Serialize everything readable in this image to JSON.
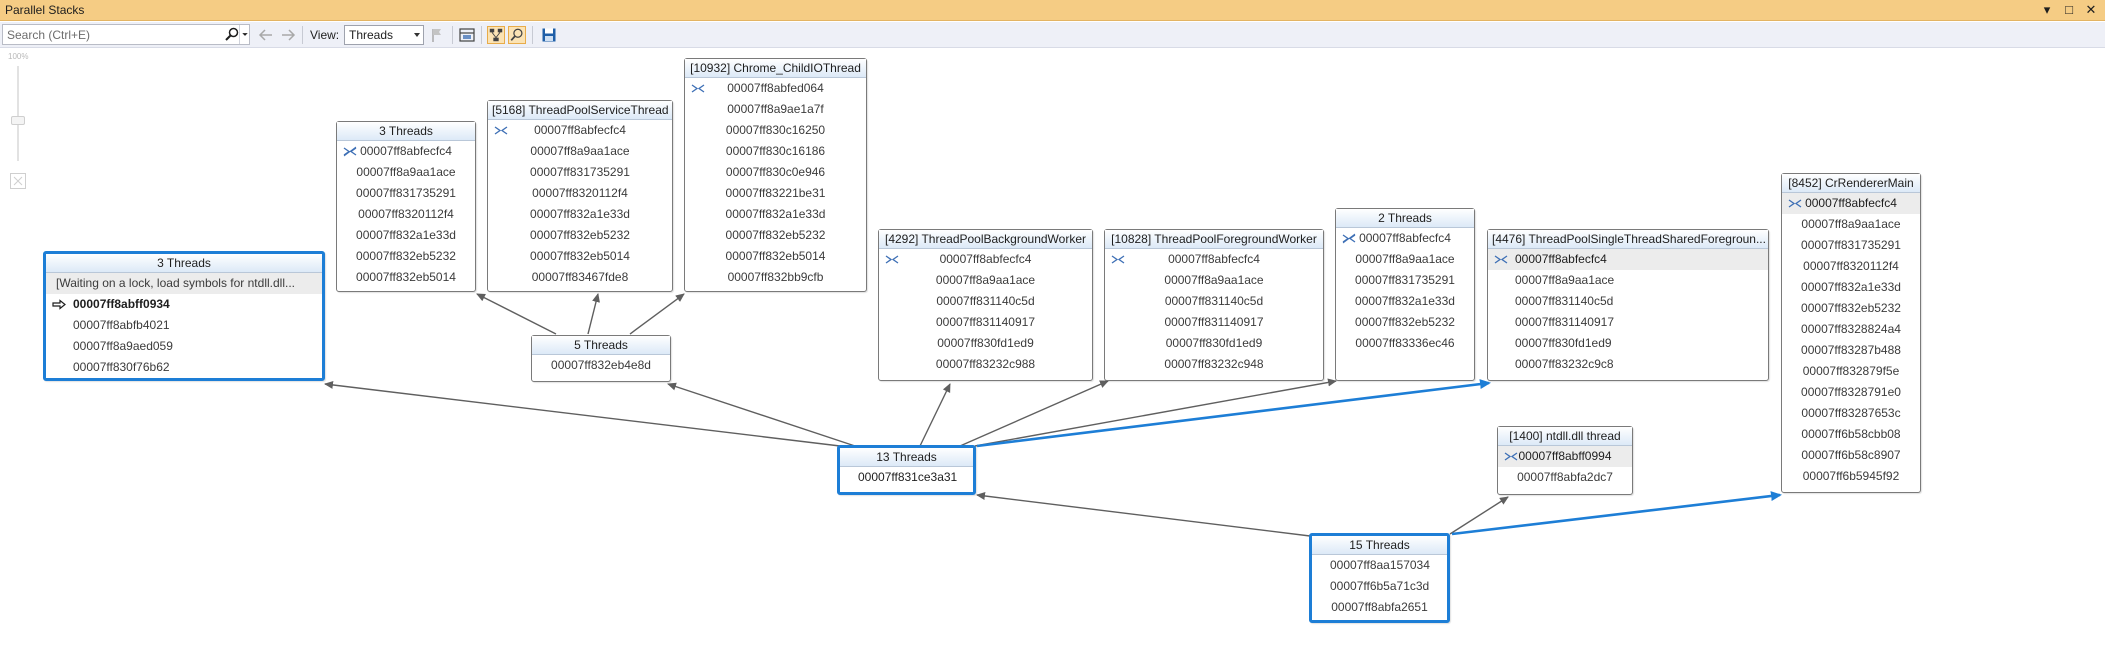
{
  "window": {
    "title": "Parallel Stacks",
    "controls": [
      "▾",
      "□",
      "✕"
    ]
  },
  "toolbar": {
    "search_placeholder": "Search (Ctrl+E)",
    "view_label": "View:",
    "view_value": "Threads"
  },
  "zoom": {
    "label": "100%"
  },
  "colors": {
    "titlebar": "#f5cc84",
    "selected_border": "#1d7ed6",
    "arrow_gray": "#5f5f5f",
    "arrow_blue": "#1d7ed6"
  },
  "nodes": {
    "n3threads_top": {
      "header": "3 Threads",
      "frames": [
        "00007ff8abfecfc4",
        "00007ff8a9aa1ace",
        "00007ff831735291",
        "00007ff8320112f4",
        "00007ff832a1e33d",
        "00007ff832eb5232",
        "00007ff832eb5014"
      ]
    },
    "n5168": {
      "header": "[5168] ThreadPoolServiceThread",
      "frames": [
        "00007ff8abfecfc4",
        "00007ff8a9aa1ace",
        "00007ff831735291",
        "00007ff8320112f4",
        "00007ff832a1e33d",
        "00007ff832eb5232",
        "00007ff832eb5014",
        "00007ff83467fde8"
      ]
    },
    "n10932": {
      "header": "[10932] Chrome_ChildIOThread",
      "frames": [
        "00007ff8abfed064",
        "00007ff8a9ae1a7f",
        "00007ff830c16250",
        "00007ff830c16186",
        "00007ff830c0e946",
        "00007ff83221be31",
        "00007ff832a1e33d",
        "00007ff832eb5232",
        "00007ff832eb5014",
        "00007ff832bb9cfb"
      ]
    },
    "n3threads_left": {
      "header": "3 Threads",
      "frames": [
        "[Waiting on a lock, load symbols for ntdll.dll...",
        "00007ff8abff0934",
        "00007ff8abfb4021",
        "00007ff8a9aed059",
        "00007ff830f76b62"
      ]
    },
    "n5threads": {
      "header": "5 Threads",
      "frames": [
        "00007ff832eb4e8d"
      ]
    },
    "n4292": {
      "header": "[4292] ThreadPoolBackgroundWorker",
      "frames": [
        "00007ff8abfecfc4",
        "00007ff8a9aa1ace",
        "00007ff831140c5d",
        "00007ff831140917",
        "00007ff830fd1ed9",
        "00007ff83232c988"
      ]
    },
    "n10828": {
      "header": "[10828] ThreadPoolForegroundWorker",
      "frames": [
        "00007ff8abfecfc4",
        "00007ff8a9aa1ace",
        "00007ff831140c5d",
        "00007ff831140917",
        "00007ff830fd1ed9",
        "00007ff83232c948"
      ]
    },
    "n2threads": {
      "header": "2 Threads",
      "frames": [
        "00007ff8abfecfc4",
        "00007ff8a9aa1ace",
        "00007ff831735291",
        "00007ff832a1e33d",
        "00007ff832eb5232",
        "00007ff83336ec46"
      ]
    },
    "n4476": {
      "header": "[4476] ThreadPoolSingleThreadSharedForegroun...",
      "frames": [
        "00007ff8abfecfc4",
        "00007ff8a9aa1ace",
        "00007ff831140c5d",
        "00007ff831140917",
        "00007ff830fd1ed9",
        "00007ff83232c9c8"
      ]
    },
    "n8452": {
      "header": "[8452] CrRendererMain",
      "frames": [
        "00007ff8abfecfc4",
        "00007ff8a9aa1ace",
        "00007ff831735291",
        "00007ff8320112f4",
        "00007ff832a1e33d",
        "00007ff832eb5232",
        "00007ff8328824a4",
        "00007ff83287b488",
        "00007ff832879f5e",
        "00007ff8328791e0",
        "00007ff83287653c",
        "00007ff6b58cbb08",
        "00007ff6b58c8907",
        "00007ff6b5945f92"
      ]
    },
    "n13threads": {
      "header": "13 Threads",
      "frames": [
        "00007ff831ce3a31"
      ]
    },
    "n1400": {
      "header": "[1400] ntdll.dll thread",
      "frames": [
        "00007ff8abff0994",
        "00007ff8abfa2dc7"
      ]
    },
    "n15threads": {
      "header": "15 Threads",
      "frames": [
        "00007ff8aa157034",
        "00007ff6b5a71c3d",
        "00007ff8abfa2651"
      ]
    }
  }
}
